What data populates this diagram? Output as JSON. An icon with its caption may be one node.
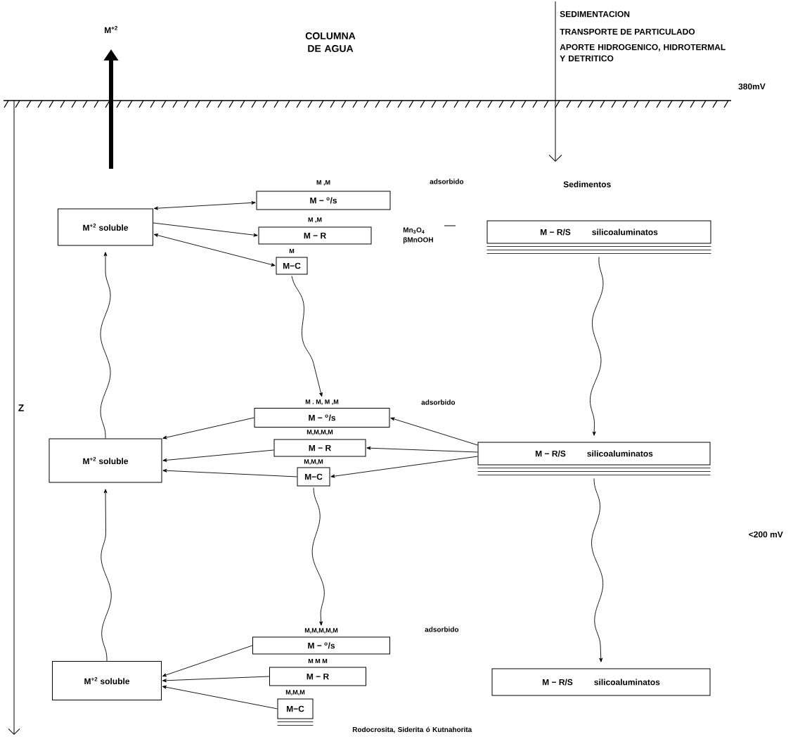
{
  "diagram": {
    "nodes": [
      {
        "text": [
          "M$^{+2}$ soluble"
        ]
      },
      {
        "text": [
          "M − $^{o}$/s"
        ],
        "beside": [
          "M ,M"
        ]
      },
      {
        "text": [
          "M − R"
        ],
        "beside": [
          "M ,M"
        ]
      },
      {
        "text": [
          "M−C"
        ],
        "beside": [
          "M"
        ]
      },
      {
        "text": [
          "M − R/S",
          "silicoaluminatos"
        ]
      },
      {
        "text": [
          "M$^{+2}$ soluble"
        ]
      },
      {
        "text": [
          "M − $^{o}$/s"
        ],
        "beside": [
          "M . M, M ,M"
        ]
      },
      {
        "text": [
          "M − R"
        ],
        "beside": [
          "M,M,M,M"
        ]
      },
      {
        "text": [
          "M−C"
        ],
        "beside": [
          "M,M,M"
        ]
      },
      {
        "text": [
          "M − R/S",
          "silicoaluminatos"
        ]
      },
      {
        "text": [
          "M$^{+2}$ soluble"
        ]
      },
      {
        "text": [
          "M − $^{o}$/s"
        ],
        "beside": [
          "M,M,M,M,M"
        ]
      },
      {
        "text": [
          "M − R"
        ],
        "beside": [
          "M  M  M"
        ]
      },
      {
        "text": [
          "M−C"
        ],
        "beside": [
          "M,M,M"
        ]
      },
      {
        "text": [
          "M − R/S",
          "silicoaluminatos"
        ]
      }
    ],
    "edges": [
      {
        "from": 0,
        "to": 1,
        "arrow": "both"
      },
      {
        "from": 0,
        "to": 2,
        "arrow": "to"
      },
      {
        "from": 0,
        "to": 3,
        "arrow": "both"
      },
      {
        "from": 4,
        "to": 9,
        "arrow": "to"
      },
      {
        "from": 3,
        "to": 6,
        "arrow": "to"
      },
      {
        "from": 5,
        "to": 0,
        "arrow": "to"
      },
      {
        "from": 6,
        "to": 5,
        "arrow": "to"
      },
      {
        "from": 7,
        "to": 5,
        "arrow": "to"
      },
      {
        "from": 8,
        "to": 5,
        "arrow": "to"
      },
      {
        "from": 9,
        "to": 6,
        "arrow": "to"
      },
      {
        "from": 9,
        "to": 7,
        "arrow": "to"
      },
      {
        "from": 9,
        "to": 8,
        "arrow": "to"
      },
      {
        "from": 8,
        "to": 11,
        "arrow": "to"
      },
      {
        "from": 9,
        "to": 14,
        "arrow": "to"
      },
      {
        "from": 10,
        "to": 5,
        "arrow": "to"
      },
      {
        "from": 11,
        "to": 10,
        "arrow": "to"
      },
      {
        "from": 12,
        "to": 10,
        "arrow": "to"
      },
      {
        "from": 13,
        "to": 10,
        "arrow": "to"
      }
    ],
    "labels": [
      "M$^{+2}$",
      "COLUMNA DE AGUA",
      "SEDIMENTACION",
      "TRANSPORTE DE PARTICULADO",
      "APORTE HIDROGENICO, HIDROTERMAL Y DETRITICO",
      "380mV",
      "Sedimentos",
      "adsorbido",
      "Mn$_{3}$O$_{4}$ βMnOOH",
      "Z",
      "adsorbido",
      "<200 mV",
      "adsorbido",
      "Rodocrosita, Siderita ó Kutnahorita"
    ]
  }
}
